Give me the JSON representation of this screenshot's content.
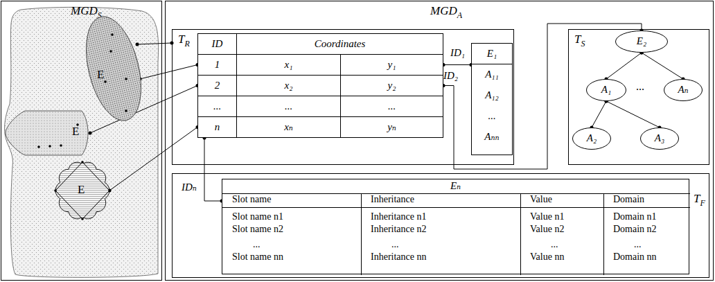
{
  "diagram": {
    "nodes": [
      {
        "text": [
          "MGD",
          "S"
        ]
      },
      {
        "text": [
          "E"
        ],
        "in": 0
      },
      {
        "text": [
          "E"
        ],
        "in": 0
      },
      {
        "text": [
          "E"
        ],
        "in": 0
      },
      {
        "text": [
          "MGD",
          "A"
        ]
      },
      {
        "text": [
          "T",
          "R"
        ],
        "in": 4
      },
      {
        "text": [
          "ID",
          "Coordinates"
        ],
        "in": 5
      },
      {
        "text": [
          "1",
          "x₁",
          "y₁"
        ],
        "in": 5
      },
      {
        "text": [
          "2",
          "x₂",
          "y₂"
        ],
        "in": 5
      },
      {
        "text": [
          "...",
          "...",
          "..."
        ],
        "in": 5
      },
      {
        "text": [
          "n",
          "xₙ",
          "yₙ"
        ],
        "in": 5
      },
      {
        "text": [
          "E₁",
          "A₁₁",
          "A₁₂",
          "...",
          "Aₙₙ"
        ],
        "in": 5
      },
      {
        "text": [
          "T",
          "S"
        ],
        "in": 4
      },
      {
        "text": [
          "E₂"
        ],
        "in": 12
      },
      {
        "text": [
          "A₁"
        ],
        "in": 12
      },
      {
        "text": [
          "Aₙ"
        ],
        "in": 12
      },
      {
        "text": [
          "A₂"
        ],
        "in": 12
      },
      {
        "text": [
          "A₃"
        ],
        "in": 12
      },
      {
        "text": [
          "T",
          "F"
        ],
        "in": 4
      },
      {
        "text": [
          "Eₙ"
        ],
        "in": 18
      }
    ],
    "edges": [
      {
        "from": 1,
        "to": 5,
        "arrow": "none"
      },
      {
        "from": 1,
        "to": 7,
        "arrow": "none"
      },
      {
        "from": 2,
        "to": 8,
        "arrow": "none"
      },
      {
        "from": 3,
        "to": 10,
        "arrow": "none"
      },
      {
        "from": 7,
        "to": 11,
        "label": "ID₁",
        "arrow": "none"
      },
      {
        "from": 8,
        "to": 13,
        "label": "ID₂",
        "arrow": "none"
      },
      {
        "from": 10,
        "to": 19,
        "label": "IDₙ",
        "arrow": "none"
      },
      {
        "from": 13,
        "to": 14,
        "arrow": "none"
      },
      {
        "from": 13,
        "to": 15,
        "arrow": "none"
      },
      {
        "from": 14,
        "to": 16,
        "arrow": "none"
      },
      {
        "from": 14,
        "to": 17,
        "arrow": "none"
      }
    ],
    "labels": [
      "...",
      "Slot name",
      "Inheritance",
      "Value",
      "Domain",
      "Slot name n1",
      "Slot name n2",
      "...",
      "Slot name nn",
      "Inheritance n1",
      "Inheritance n2",
      "...",
      "Inheritance nn",
      "Value n1",
      "Value n2",
      "...",
      "Value nn",
      "Domain n1",
      "Domain n2",
      "...",
      "Domain nn"
    ]
  }
}
